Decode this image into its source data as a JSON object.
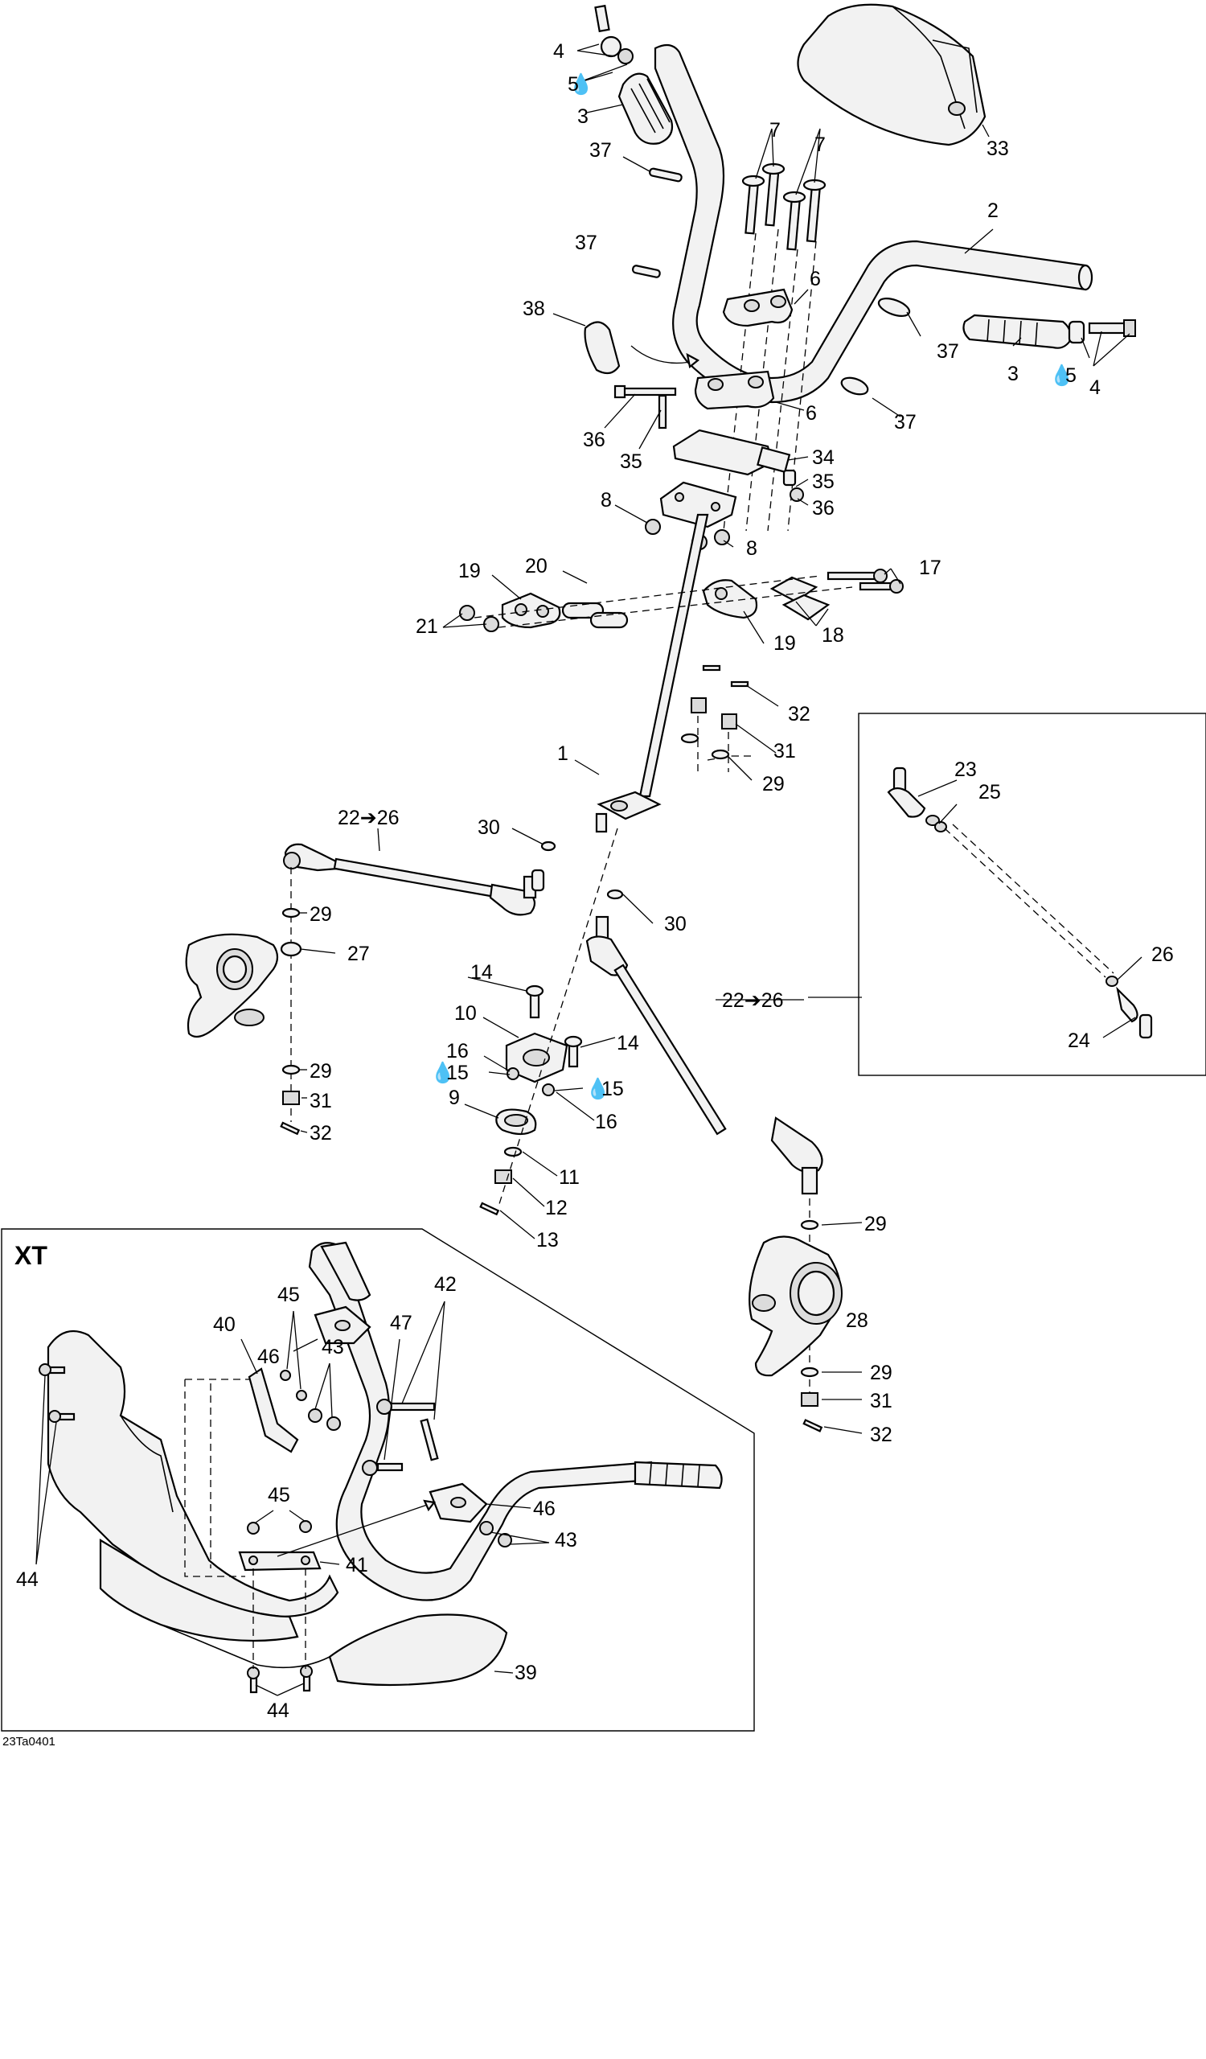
{
  "diagram": {
    "figure_code": "23Ta0401",
    "inset_title": "XT",
    "callouts": {
      "c4a": "4",
      "c5a": "5",
      "c3a": "3",
      "c37a": "37",
      "c7a": "7",
      "c7b": "7",
      "c33": "33",
      "c2": "2",
      "c37b": "37",
      "c6a": "6",
      "c38": "38",
      "c37c": "37",
      "c3b": "3",
      "c5b": "5",
      "c4b": "4",
      "c36a": "36",
      "c6b": "6",
      "c37d": "37",
      "c35a": "35",
      "c34": "34",
      "c35b": "35",
      "c36b": "36",
      "c8a": "8",
      "c8b": "8",
      "c19a": "19",
      "c20": "20",
      "c17": "17",
      "c21": "21",
      "c19b": "19",
      "c18": "18",
      "c32a": "32",
      "c1": "1",
      "c31a": "31",
      "c29a": "29",
      "c23": "23",
      "c25": "25",
      "c2226a": "22➔26",
      "c30a": "30",
      "c29b": "29",
      "c30b": "30",
      "c27": "27",
      "c26": "26",
      "c14a": "14",
      "c10": "10",
      "c14b": "14",
      "c2226b": "22➔26",
      "c24": "24",
      "c16a": "16",
      "c15a": "15",
      "c29c": "29",
      "c15b": "15",
      "c9": "9",
      "c16b": "16",
      "c31b": "31",
      "c32b": "32",
      "c11": "11",
      "c12": "12",
      "c13": "13",
      "c29d": "29",
      "c45a": "45",
      "c28": "28",
      "c40": "40",
      "c43a": "43",
      "c42": "42",
      "c29e": "29",
      "c47": "47",
      "c31c": "31",
      "c46a": "46",
      "c32c": "32",
      "c45b": "45",
      "c46b": "46",
      "c44a": "44",
      "c43b": "43",
      "c41": "41",
      "c39": "39",
      "c44b": "44"
    }
  }
}
